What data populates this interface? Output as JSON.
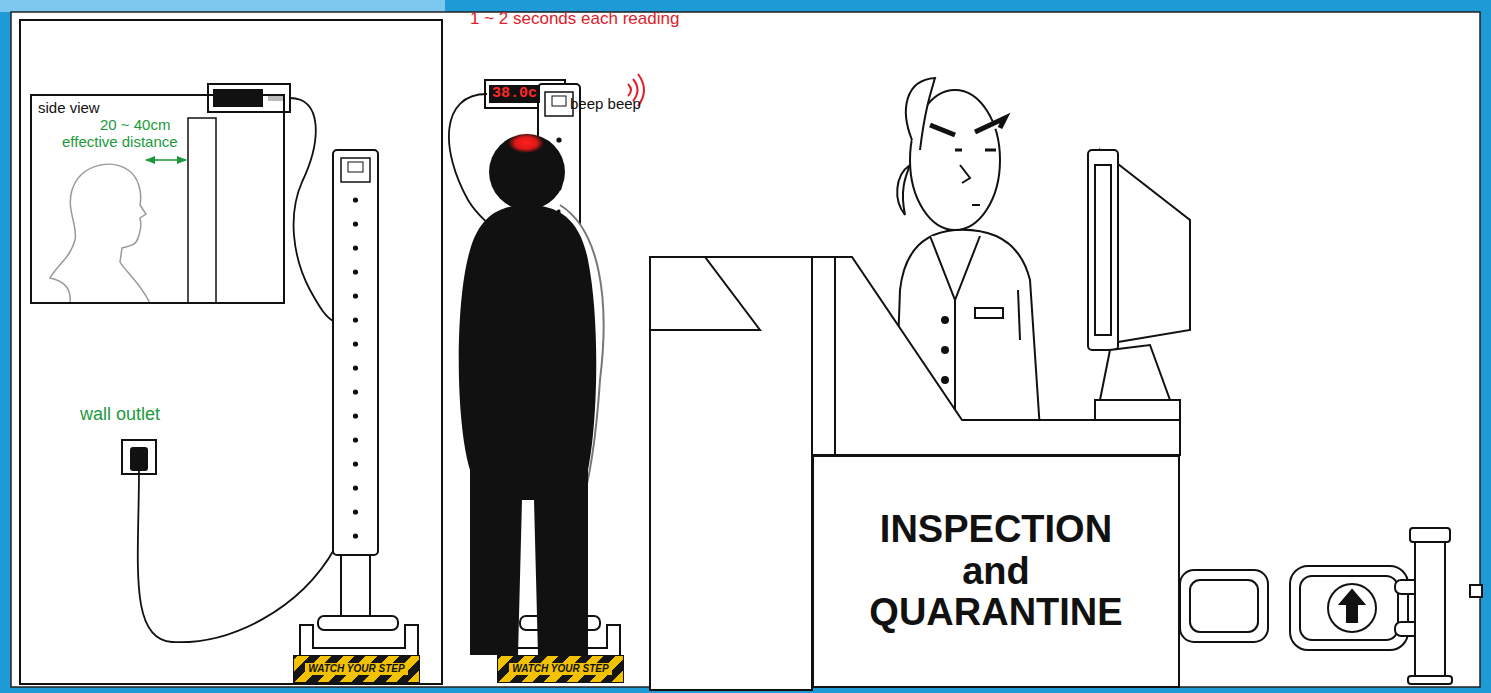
{
  "diagram": {
    "nodes": [
      {
        "text": [
          "side view"
        ]
      },
      {
        "text": [
          "38.0c"
        ]
      },
      {
        "text": [
          "WATCH YOUR STEP"
        ]
      },
      {
        "text": [
          "WATCH YOUR STEP"
        ]
      },
      {
        "text": [
          "INSPECTION and QUARANTINE"
        ]
      }
    ],
    "edges": [],
    "labels": [
      "1 ~ 2 seconds each reading",
      "beep beep",
      "20 ~ 40cm",
      "effective distance",
      "wall outlet"
    ]
  }
}
